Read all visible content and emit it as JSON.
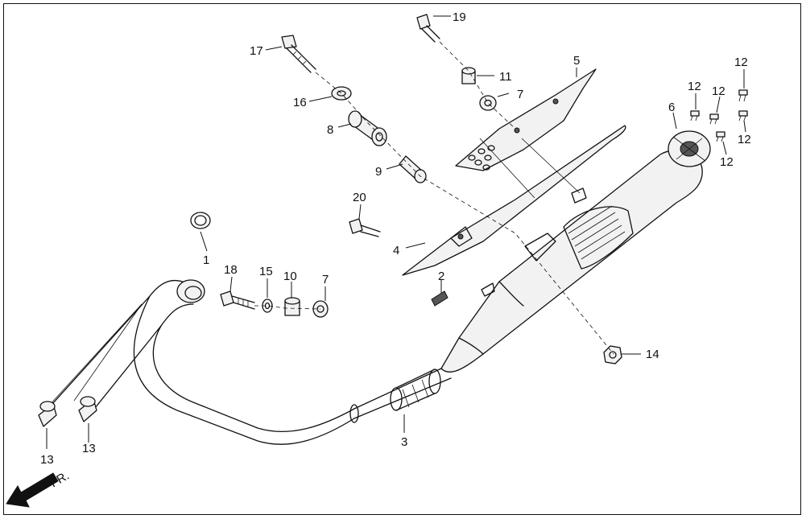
{
  "diagram": {
    "labels": [
      {
        "id": "p1",
        "text": "1"
      },
      {
        "id": "p2",
        "text": "2"
      },
      {
        "id": "p3",
        "text": "3"
      },
      {
        "id": "p4",
        "text": "4"
      },
      {
        "id": "p5",
        "text": "5"
      },
      {
        "id": "p6",
        "text": "6"
      },
      {
        "id": "p7a",
        "text": "7"
      },
      {
        "id": "p7b",
        "text": "7"
      },
      {
        "id": "p8",
        "text": "8"
      },
      {
        "id": "p9",
        "text": "9"
      },
      {
        "id": "p10",
        "text": "10"
      },
      {
        "id": "p11",
        "text": "11"
      },
      {
        "id": "p12a",
        "text": "12"
      },
      {
        "id": "p12b",
        "text": "12"
      },
      {
        "id": "p12c",
        "text": "12"
      },
      {
        "id": "p12d",
        "text": "12"
      },
      {
        "id": "p12e",
        "text": "12"
      },
      {
        "id": "p13a",
        "text": "13"
      },
      {
        "id": "p13b",
        "text": "13"
      },
      {
        "id": "p14",
        "text": "14"
      },
      {
        "id": "p15",
        "text": "15"
      },
      {
        "id": "p16",
        "text": "16"
      },
      {
        "id": "p17",
        "text": "17"
      },
      {
        "id": "p18",
        "text": "18"
      },
      {
        "id": "p19",
        "text": "19"
      },
      {
        "id": "p20",
        "text": "20"
      }
    ],
    "direction_label": "FR."
  }
}
